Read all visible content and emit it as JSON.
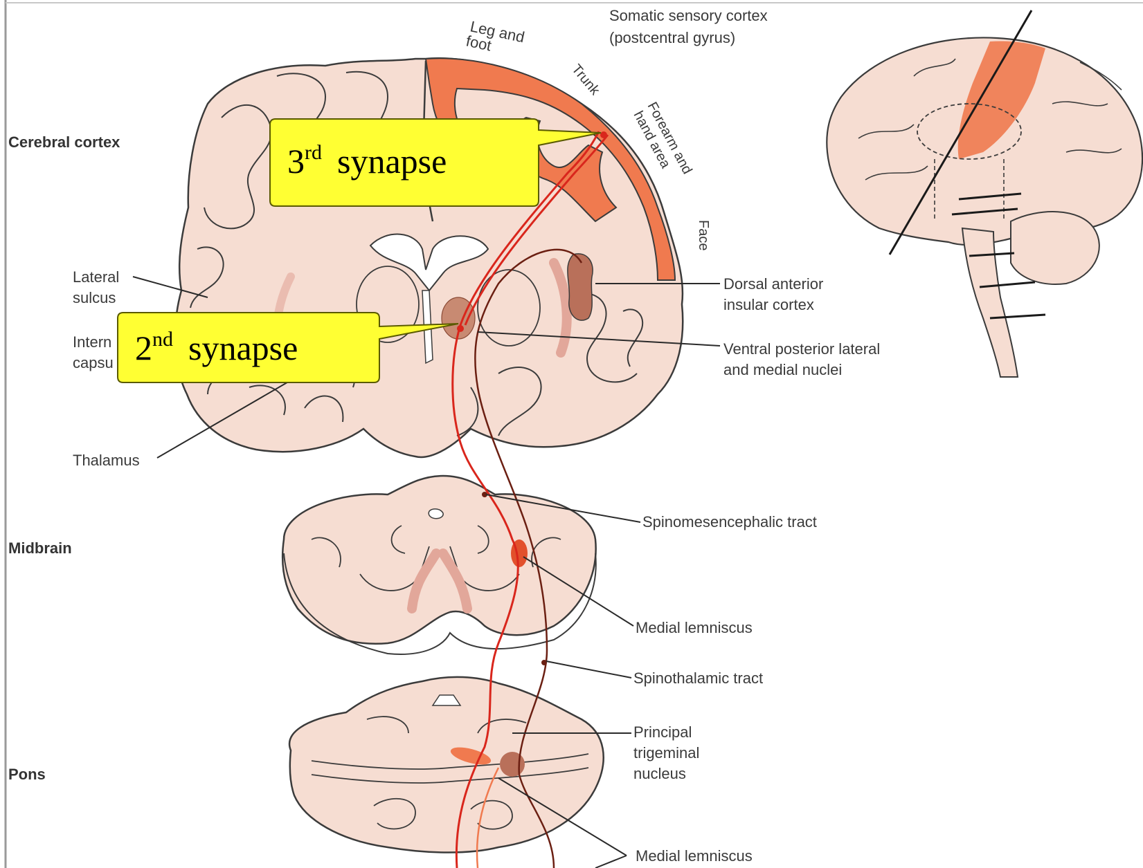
{
  "colors": {
    "tissue": "#f6ddd2",
    "tissue_dark": "#efc9b8",
    "outline": "#3b3b3b",
    "cortex_highlight": "#f07a4f",
    "lemniscus": "#d9261c",
    "spinothalamic": "#6b1f12",
    "nucleus": "#c88a72",
    "insular": "#b9705a",
    "callout_fill": "#ffff33",
    "callout_stroke": "#5a5a00",
    "leader": "#2a2a2a"
  },
  "regions": {
    "cerebral_cortex": "Cerebral cortex",
    "midbrain": "Midbrain",
    "pons": "Pons"
  },
  "cortex_labels": {
    "leg_and": "Leg and",
    "foot": "foot",
    "trunk": "Trunk",
    "forearm_and": "Forearm and",
    "hand_area": "hand area",
    "face": "Face",
    "somatic_1": "Somatic sensory cortex",
    "somatic_2": "(postcentral gyrus)"
  },
  "left_labels": {
    "lateral": "Lateral",
    "sulcus": "sulcus",
    "internal_partial": "Intern",
    "capsule_partial": "capsu",
    "thalamus": "Thalamus"
  },
  "right_labels": {
    "dorsal_1": "Dorsal anterior",
    "dorsal_2": "insular cortex",
    "vpl_1": "Ventral posterior lateral",
    "vpl_2": "and medial nuclei",
    "spinomesencephalic": "Spinomesencephalic tract",
    "medial_lemniscus_1": "Medial lemniscus",
    "spinothalamic": "Spinothalamic tract",
    "principal_1": "Principal",
    "principal_2": "trigeminal",
    "principal_3": "nucleus",
    "medial_lemniscus_2": "Medial lemniscus"
  },
  "callouts": {
    "third": {
      "ordinal": "3",
      "suffix": "rd",
      "word": "synapse"
    },
    "second": {
      "ordinal": "2",
      "suffix": "nd",
      "word": "synapse"
    }
  }
}
